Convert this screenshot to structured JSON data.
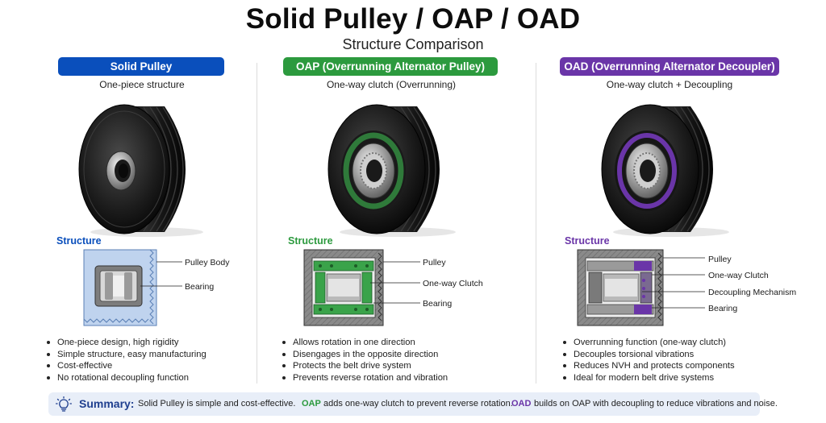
{
  "header": {
    "title": "Solid Pulley / OAP / OAD",
    "subtitle": "Structure Comparison"
  },
  "colors": {
    "solid": "#0a4fbc",
    "oap": "#2c9a3e",
    "oad": "#6a35a8",
    "summary_label": "#1f3f8f"
  },
  "columns": [
    {
      "id": "solid",
      "pill_label": "Solid Pulley",
      "description": "One-piece structure",
      "structure_heading": "Structure",
      "callouts": [
        "Pulley Body",
        "Bearing"
      ],
      "bullets": [
        "One-piece design, high rigidity",
        "Simple structure, easy manufacturing",
        "Cost-effective",
        "No rotational decoupling function"
      ]
    },
    {
      "id": "oap",
      "pill_label": "OAP (Overrunning Alternator Pulley)",
      "description": "One-way clutch (Overrunning)",
      "structure_heading": "Structure",
      "callouts": [
        "Pulley",
        "One-way Clutch",
        "Bearing"
      ],
      "bullets": [
        "Allows rotation in one direction",
        "Disengages in the opposite direction",
        "Protects the belt drive system",
        "Prevents reverse rotation and vibration"
      ]
    },
    {
      "id": "oad",
      "pill_label": "OAD (Overrunning Alternator Decoupler)",
      "description": "One-way clutch  +  Decoupling",
      "structure_heading": "Structure",
      "callouts": [
        "Pulley",
        "One-way Clutch",
        "Decoupling Mechanism",
        "Bearing"
      ],
      "bullets": [
        "Overrunning function (one-way clutch)",
        "Decouples torsional vibrations",
        "Reduces NVH and protects components",
        "Ideal for modern belt drive systems"
      ]
    }
  ],
  "summary": {
    "label": "Summary:",
    "icon": "lightbulb-icon",
    "part1": "Solid Pulley is simple and cost-effective.",
    "oap_term": "OAP",
    "part2": "adds one-way clutch to prevent reverse rotation.",
    "oad_term": "OAD",
    "part3": "builds on OAP with decoupling to reduce vibrations and noise."
  }
}
